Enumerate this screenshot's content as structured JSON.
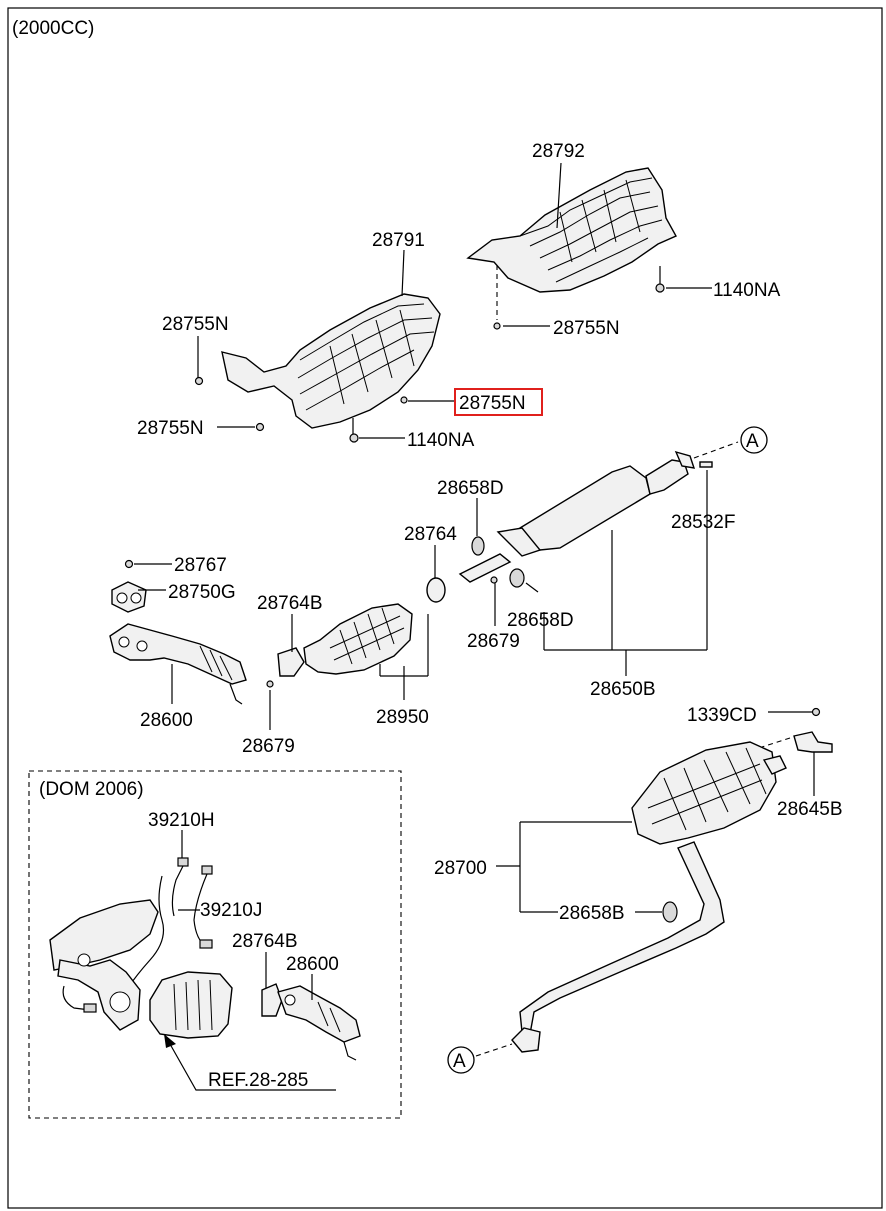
{
  "header": {
    "engine": "(2000CC)"
  },
  "parts": {
    "p28792": "28792",
    "p28791": "28791",
    "p1140NA_top": "1140NA",
    "p28755N_right": "28755N",
    "p28755N_left": "28755N",
    "p28755N_highlight": "28755N",
    "p28755N_bottom": "28755N",
    "p1140NA_mid": "1140NA",
    "pA_top": "A",
    "p28658D_top": "28658D",
    "p28532F": "28532F",
    "p28764": "28764",
    "p28767": "28767",
    "p28750G": "28750G",
    "p28764B": "28764B",
    "p28658D_bot": "28658D",
    "p28679_right": "28679",
    "p28650B": "28650B",
    "p28600": "28600",
    "p28950": "28950",
    "p28679_left": "28679",
    "p1339CD": "1339CD",
    "p28645B": "28645B",
    "p28700": "28700",
    "p28658B": "28658B",
    "pA_bottom": "A"
  },
  "inset": {
    "title": "(DOM 2006)",
    "p39210H": "39210H",
    "p39210J": "39210J",
    "p28764B": "28764B",
    "p28600": "28600",
    "ref": "REF.28-285"
  },
  "colors": {
    "highlight": "#e0201c",
    "line": "#000000"
  }
}
